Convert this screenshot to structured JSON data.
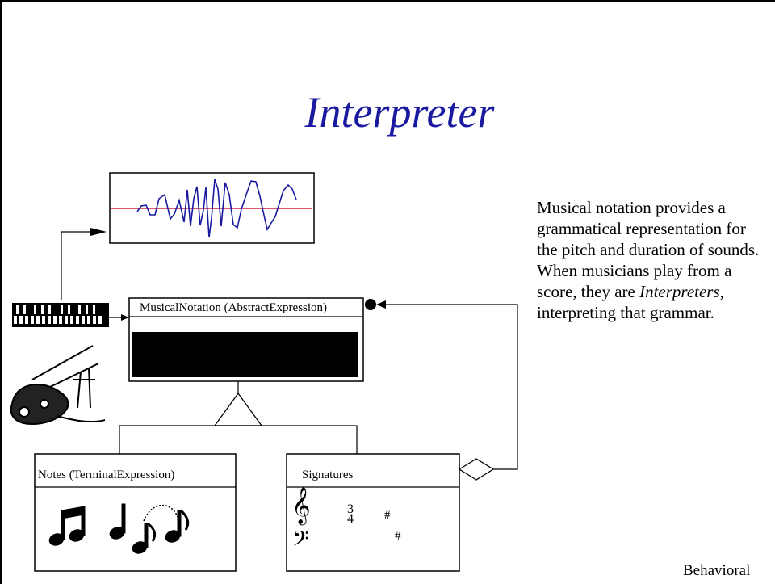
{
  "slide": {
    "title": "Interpreter",
    "footer": "Behavioral",
    "description_parts": [
      "Musical notation provides a grammatical representation for the pitch and duration of sounds.  When musicians play from a score, they are ",
      "Interpreters,",
      " interpreting that grammar."
    ]
  },
  "diagram": {
    "abstract_class": "MusicalNotation (AbstractExpression)",
    "terminal_class": "Notes (TerminalExpression)",
    "signatures_class": "Signatures",
    "time_signature": {
      "top": "3",
      "bottom": "4"
    },
    "sharps": [
      "#",
      "#"
    ],
    "colors": {
      "waveform": "#1a1aa0",
      "baseline": "#d02040",
      "title": "#1a1aa0"
    }
  },
  "icons": [
    "keyboard-icon",
    "bagpipe-icon",
    "treble-clef-icon",
    "bass-clef-icon",
    "music-notes-icon"
  ]
}
